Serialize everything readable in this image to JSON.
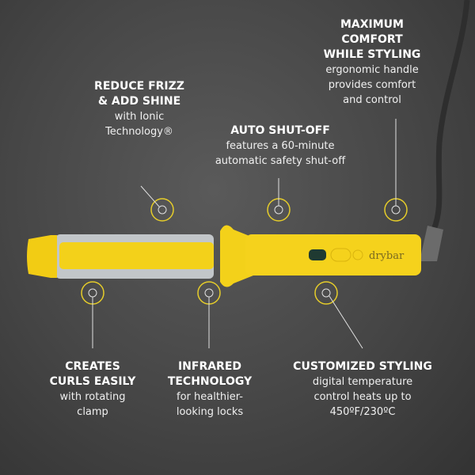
{
  "brand": "drybar",
  "colors": {
    "accent": "#f5d21c",
    "background": "#484848",
    "barrel": "#bfc3c6"
  },
  "callouts": {
    "frizz": {
      "title1": "REDUCE FRIZZ",
      "title2": "& ADD SHINE",
      "sub1": "with Ionic",
      "sub2": "Technology®"
    },
    "shutoff": {
      "title1": "AUTO SHUT-OFF",
      "sub1": "features a 60-minute",
      "sub2": "automatic safety shut-off"
    },
    "comfort": {
      "title1": "MAXIMUM",
      "title2": "COMFORT",
      "title3": "WHILE STYLING",
      "sub1": "ergonomic handle",
      "sub2": "provides comfort",
      "sub3": "and control"
    },
    "curls": {
      "title1": "CREATES",
      "title2": "CURLS EASILY",
      "sub1": "with rotating",
      "sub2": "clamp"
    },
    "infrared": {
      "title1": "INFRARED",
      "title2": "TECHNOLOGY",
      "sub1": "for healthier-",
      "sub2": "looking locks"
    },
    "styling": {
      "title1": "CUSTOMIZED STYLING",
      "sub1": "digital temperature",
      "sub2": "control heats up to",
      "sub3": "450ºF/230ºC"
    }
  }
}
